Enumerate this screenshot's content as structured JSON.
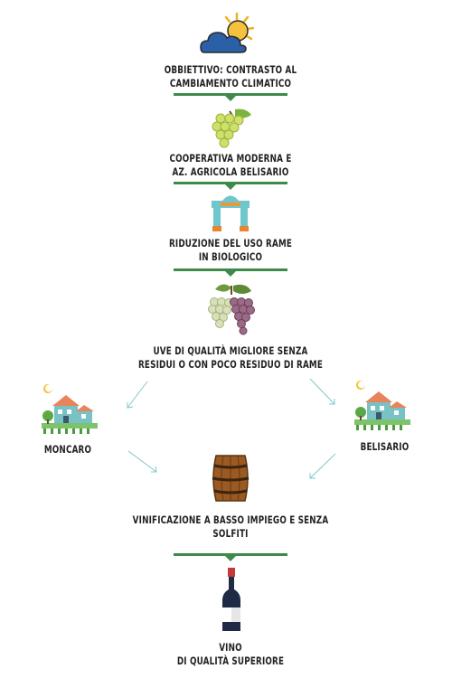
{
  "steps": {
    "goal": "OBBIETTIVO: CONTRASTO AL\nCAMBIAMENTO CLIMATICO",
    "cooperative": "COOPERATIVA MODERNA E\nAZ. AGRICOLA BELISARIO",
    "copper": "RIDUZIONE DEL USO RAME\nIN BIOLOGICO",
    "grapes": "UVE DI QUALITÀ MIGLIORE SENZA\nRESIDUI O CON POCO RESIDUO DI RAME",
    "vinification": "VINIFICAZIONE A BASSO IMPIEGO E SENZA\nSOLFITI",
    "wine": "VINO\nDI QUALITÀ SUPERIORE"
  },
  "branches": {
    "left": "MONCARO",
    "right": "BELISARIO"
  },
  "colors": {
    "divider": "#3d8a4b",
    "arrow": "#7fc8c9"
  }
}
